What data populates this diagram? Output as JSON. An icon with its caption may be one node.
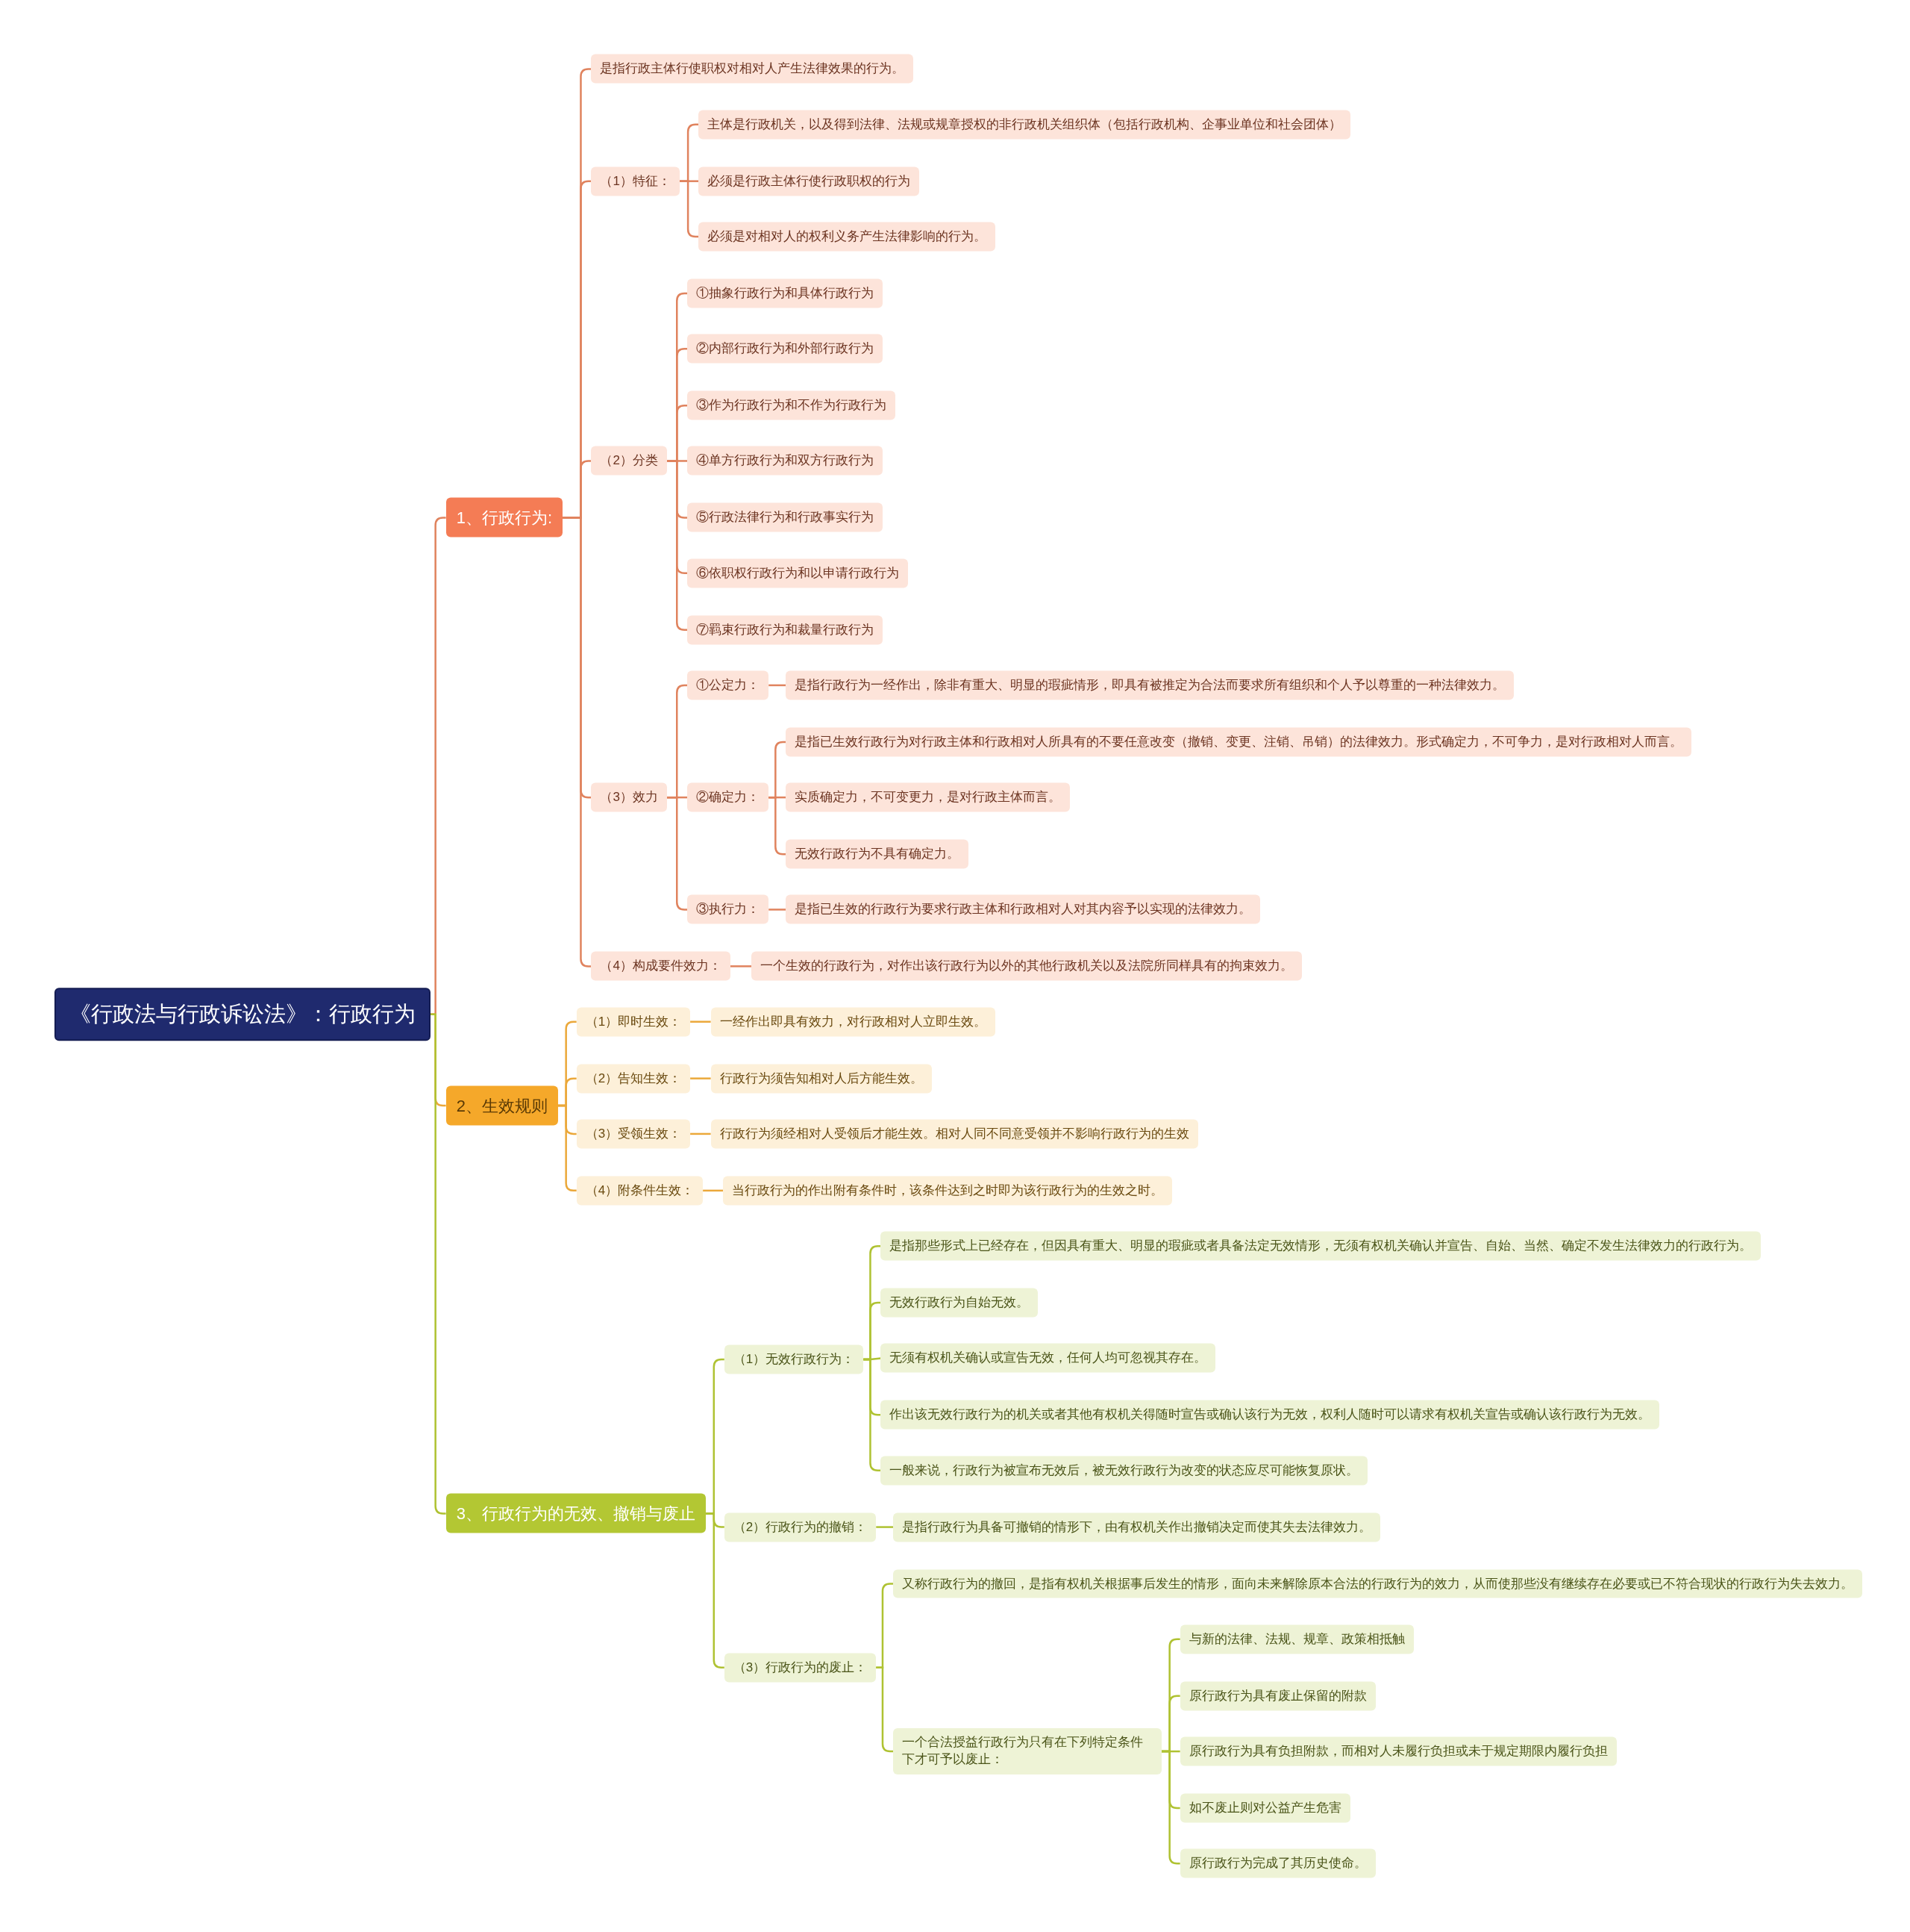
{
  "diagram": {
    "nodes": [
      {
        "text": [
          "《行政法与行政诉讼法》：行政行为"
        ]
      },
      {
        "text": [
          "1、行政行为:"
        ]
      },
      {
        "text": [
          "是指行政主体行使职权对相对人产生法律效果的行为。"
        ]
      },
      {
        "text": [
          "（1）特征："
        ]
      },
      {
        "text": [
          "主体是行政机关，以及得到法律、法规或规章授权的非行政机关组织体（包括行政机构、企事业单位和社会团体）"
        ]
      },
      {
        "text": [
          "必须是行政主体行使行政职权的行为"
        ]
      },
      {
        "text": [
          "必须是对相对人的权利义务产生法律影响的行为。"
        ]
      },
      {
        "text": [
          "（2）分类"
        ]
      },
      {
        "text": [
          "①抽象行政行为和具体行政行为"
        ]
      },
      {
        "text": [
          "②内部行政行为和外部行政行为"
        ]
      },
      {
        "text": [
          "③作为行政行为和不作为行政行为"
        ]
      },
      {
        "text": [
          "④单方行政行为和双方行政行为"
        ]
      },
      {
        "text": [
          "⑤行政法律行为和行政事实行为"
        ]
      },
      {
        "text": [
          "⑥依职权行政行为和以申请行政行为"
        ]
      },
      {
        "text": [
          "⑦羁束行政行为和裁量行政行为"
        ]
      },
      {
        "text": [
          "（3）效力"
        ]
      },
      {
        "text": [
          "①公定力："
        ]
      },
      {
        "text": [
          "是指行政行为一经作出，除非有重大、明显的瑕疵情形，即具有被推定为合法而要求所有组织和个人予以尊重的一种法律效力。"
        ]
      },
      {
        "text": [
          "②确定力："
        ]
      },
      {
        "text": [
          "是指已生效行政行为对行政主体和行政相对人所具有的不要任意改变（撤销、变更、注销、吊销）的法律效力。形式确定力，不可争力，是对行政相对人而言。"
        ]
      },
      {
        "text": [
          "实质确定力，不可变更力，是对行政主体而言。"
        ]
      },
      {
        "text": [
          "无效行政行为不具有确定力。"
        ]
      },
      {
        "text": [
          "③执行力："
        ]
      },
      {
        "text": [
          "是指已生效的行政行为要求行政主体和行政相对人对其内容予以实现的法律效力。"
        ]
      },
      {
        "text": [
          "（4）构成要件效力："
        ]
      },
      {
        "text": [
          "一个生效的行政行为，对作出该行政行为以外的其他行政机关以及法院所同样具有的拘束效力。"
        ]
      },
      {
        "text": [
          "2、生效规则"
        ]
      },
      {
        "text": [
          "（1）即时生效："
        ]
      },
      {
        "text": [
          "一经作出即具有效力，对行政相对人立即生效。"
        ]
      },
      {
        "text": [
          "（2）告知生效："
        ]
      },
      {
        "text": [
          "行政行为须告知相对人后方能生效。"
        ]
      },
      {
        "text": [
          "（3）受领生效："
        ]
      },
      {
        "text": [
          "行政行为须经相对人受领后才能生效。相对人同不同意受领并不影响行政行为的生效"
        ]
      },
      {
        "text": [
          "（4）附条件生效："
        ]
      },
      {
        "text": [
          "当行政行为的作出附有条件时，该条件达到之时即为该行政行为的生效之时。"
        ]
      },
      {
        "text": [
          "3、行政行为的无效、撤销与废止"
        ]
      },
      {
        "text": [
          "（1）无效行政行为："
        ]
      },
      {
        "text": [
          "是指那些形式上已经存在，但因具有重大、明显的瑕疵或者具备法定无效情形，无须有权机关确认并宣告、自始、当然、确定不发生法律效力的行政行为。"
        ]
      },
      {
        "text": [
          "无效行政行为自始无效。"
        ]
      },
      {
        "text": [
          "无须有权机关确认或宣告无效，任何人均可忽视其存在。"
        ]
      },
      {
        "text": [
          "作出该无效行政行为的机关或者其他有权机关得随时宣告或确认该行为无效，权利人随时可以请求有权机关宣告或确认该行政行为无效。"
        ]
      },
      {
        "text": [
          "一般来说，行政行为被宣布无效后，被无效行政行为改变的状态应尽可能恢复原状。"
        ]
      },
      {
        "text": [
          "（2）行政行为的撤销："
        ]
      },
      {
        "text": [
          "是指行政行为具备可撤销的情形下，由有权机关作出撤销决定而使其失去法律效力。"
        ]
      },
      {
        "text": [
          "（3）行政行为的废止："
        ]
      },
      {
        "text": [
          "又称行政行为的撤回，是指有权机关根据事后发生的情形，面向未来解除原本合法的行政行为的效力，从而使那些没有继续存在必要或已不符合现状的行政行为失去效力。"
        ]
      },
      {
        "text": [
          "一个合法授益行政行为只有在下列特定条件下才可予以废止："
        ]
      },
      {
        "text": [
          "与新的法律、法规、规章、政策相抵触"
        ]
      },
      {
        "text": [
          "原行政行为具有废止保留的附款"
        ]
      },
      {
        "text": [
          "原行政行为具有负担附款，而相对人未履行负担或未于规定期限内履行负担"
        ]
      },
      {
        "text": [
          "如不废止则对公益产生危害"
        ]
      },
      {
        "text": [
          "原行政行为完成了其历史使命。"
        ]
      }
    ],
    "edges": [
      {
        "from": 0,
        "to": 1,
        "arrow": "none"
      },
      {
        "from": 1,
        "to": 2,
        "arrow": "none"
      },
      {
        "from": 1,
        "to": 3,
        "arrow": "none"
      },
      {
        "from": 3,
        "to": 4,
        "arrow": "none"
      },
      {
        "from": 3,
        "to": 5,
        "arrow": "none"
      },
      {
        "from": 3,
        "to": 6,
        "arrow": "none"
      },
      {
        "from": 1,
        "to": 7,
        "arrow": "none"
      },
      {
        "from": 7,
        "to": 8,
        "arrow": "none"
      },
      {
        "from": 7,
        "to": 9,
        "arrow": "none"
      },
      {
        "from": 7,
        "to": 10,
        "arrow": "none"
      },
      {
        "from": 7,
        "to": 11,
        "arrow": "none"
      },
      {
        "from": 7,
        "to": 12,
        "arrow": "none"
      },
      {
        "from": 7,
        "to": 13,
        "arrow": "none"
      },
      {
        "from": 7,
        "to": 14,
        "arrow": "none"
      },
      {
        "from": 1,
        "to": 15,
        "arrow": "none"
      },
      {
        "from": 15,
        "to": 16,
        "arrow": "none"
      },
      {
        "from": 16,
        "to": 17,
        "arrow": "none"
      },
      {
        "from": 15,
        "to": 18,
        "arrow": "none"
      },
      {
        "from": 18,
        "to": 19,
        "arrow": "none"
      },
      {
        "from": 18,
        "to": 20,
        "arrow": "none"
      },
      {
        "from": 18,
        "to": 21,
        "arrow": "none"
      },
      {
        "from": 15,
        "to": 22,
        "arrow": "none"
      },
      {
        "from": 22,
        "to": 23,
        "arrow": "none"
      },
      {
        "from": 1,
        "to": 24,
        "arrow": "none"
      },
      {
        "from": 24,
        "to": 25,
        "arrow": "none"
      },
      {
        "from": 0,
        "to": 26,
        "arrow": "none",
        "color": "#eba83a"
      },
      {
        "from": 26,
        "to": 27,
        "arrow": "none",
        "color": "#eba83a"
      },
      {
        "from": 27,
        "to": 28,
        "arrow": "none",
        "color": "#eba83a"
      },
      {
        "from": 26,
        "to": 29,
        "arrow": "none",
        "color": "#eba83a"
      },
      {
        "from": 29,
        "to": 30,
        "arrow": "none",
        "color": "#eba83a"
      },
      {
        "from": 26,
        "to": 31,
        "arrow": "none",
        "color": "#eba83a"
      },
      {
        "from": 31,
        "to": 32,
        "arrow": "none",
        "color": "#eba83a"
      },
      {
        "from": 26,
        "to": 33,
        "arrow": "none",
        "color": "#eba83a"
      },
      {
        "from": 33,
        "to": 34,
        "arrow": "none",
        "color": "#eba83a"
      },
      {
        "from": 0,
        "to": 35,
        "arrow": "none",
        "color": "#afc232"
      },
      {
        "from": 35,
        "to": 36,
        "arrow": "none",
        "color": "#afc232"
      },
      {
        "from": 36,
        "to": 37,
        "arrow": "none",
        "color": "#afc232"
      },
      {
        "from": 36,
        "to": 38,
        "arrow": "none",
        "color": "#afc232"
      },
      {
        "from": 36,
        "to": 39,
        "arrow": "none",
        "color": "#afc232"
      },
      {
        "from": 36,
        "to": 40,
        "arrow": "none",
        "color": "#afc232"
      },
      {
        "from": 36,
        "to": 41,
        "arrow": "none",
        "color": "#afc232"
      },
      {
        "from": 35,
        "to": 42,
        "arrow": "none",
        "color": "#afc232"
      },
      {
        "from": 42,
        "to": 43,
        "arrow": "none",
        "color": "#afc232"
      },
      {
        "from": 35,
        "to": 44,
        "arrow": "none",
        "color": "#afc232"
      },
      {
        "from": 44,
        "to": 45,
        "arrow": "none",
        "color": "#afc232"
      },
      {
        "from": 44,
        "to": 46,
        "arrow": "none",
        "color": "#afc232"
      },
      {
        "from": 46,
        "to": 47,
        "arrow": "none",
        "color": "#afc232"
      },
      {
        "from": 46,
        "to": 48,
        "arrow": "none",
        "color": "#afc232"
      },
      {
        "from": 46,
        "to": 49,
        "arrow": "none",
        "color": "#afc232"
      },
      {
        "from": 46,
        "to": 50,
        "arrow": "none",
        "color": "#afc232"
      },
      {
        "from": 46,
        "to": 51,
        "arrow": "none",
        "color": "#afc232"
      }
    ]
  }
}
